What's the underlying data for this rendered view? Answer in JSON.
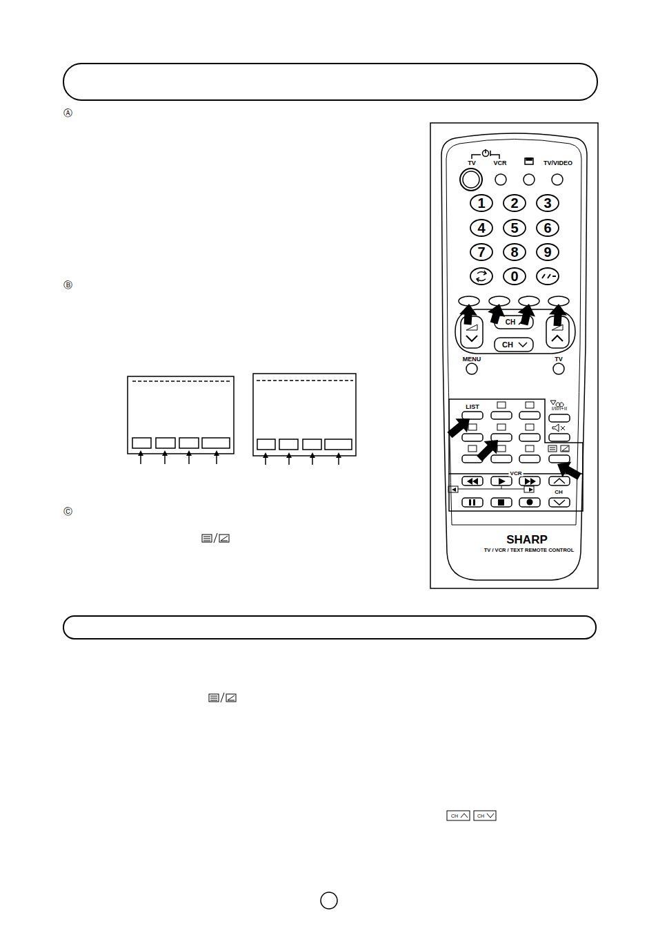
{
  "diagram": {
    "labels": [
      "Ⓐ",
      "Ⓑ",
      "Ⓒ",
      "TV",
      "VCR",
      "TV/VIDEO",
      "1",
      "2",
      "3",
      "4",
      "5",
      "6",
      "7",
      "8",
      "9",
      "0",
      "CH",
      "CH",
      "MENU",
      "TV",
      "I/II/I+II",
      "LIST",
      "VCR",
      "CH",
      "SHARP",
      "TV / VCR / TEXT REMOTE CONTROL",
      "CH",
      "CH"
    ]
  }
}
